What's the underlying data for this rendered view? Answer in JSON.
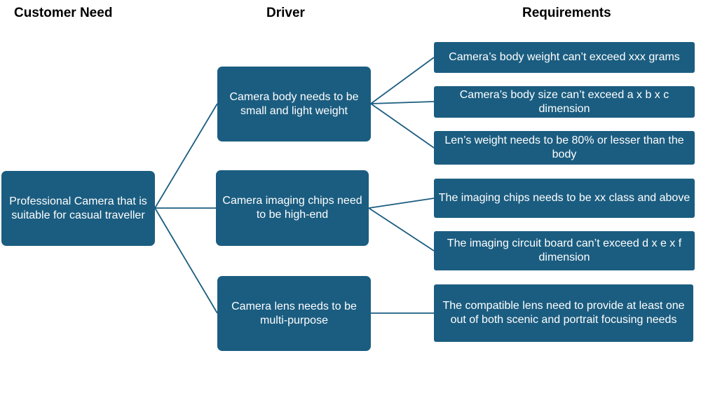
{
  "headers": {
    "customer_need": "Customer Need",
    "driver": "Driver",
    "requirements": "Requirements"
  },
  "customer_need": "Professional Camera that is suitable for casual traveller",
  "drivers": [
    {
      "label": "Camera body needs to be small and light weight",
      "requirements": [
        "Camera’s body weight can’t exceed xxx grams",
        "Camera’s body size can’t exceed a x b x c dimension",
        "Len’s weight needs to be 80% or lesser than the body"
      ]
    },
    {
      "label": "Camera imaging chips need to be high-end",
      "requirements": [
        "The imaging chips needs to be xx class and above",
        "The imaging circuit board can’t exceed d x e x f dimension"
      ]
    },
    {
      "label": "Camera lens needs to be multi-purpose",
      "requirements": [
        "The compatible lens need to provide at least one out of both scenic and portrait focusing needs"
      ]
    }
  ],
  "colors": {
    "box_fill": "#1b5d80",
    "box_text": "#ffffff",
    "connector": "#1b5d80"
  }
}
